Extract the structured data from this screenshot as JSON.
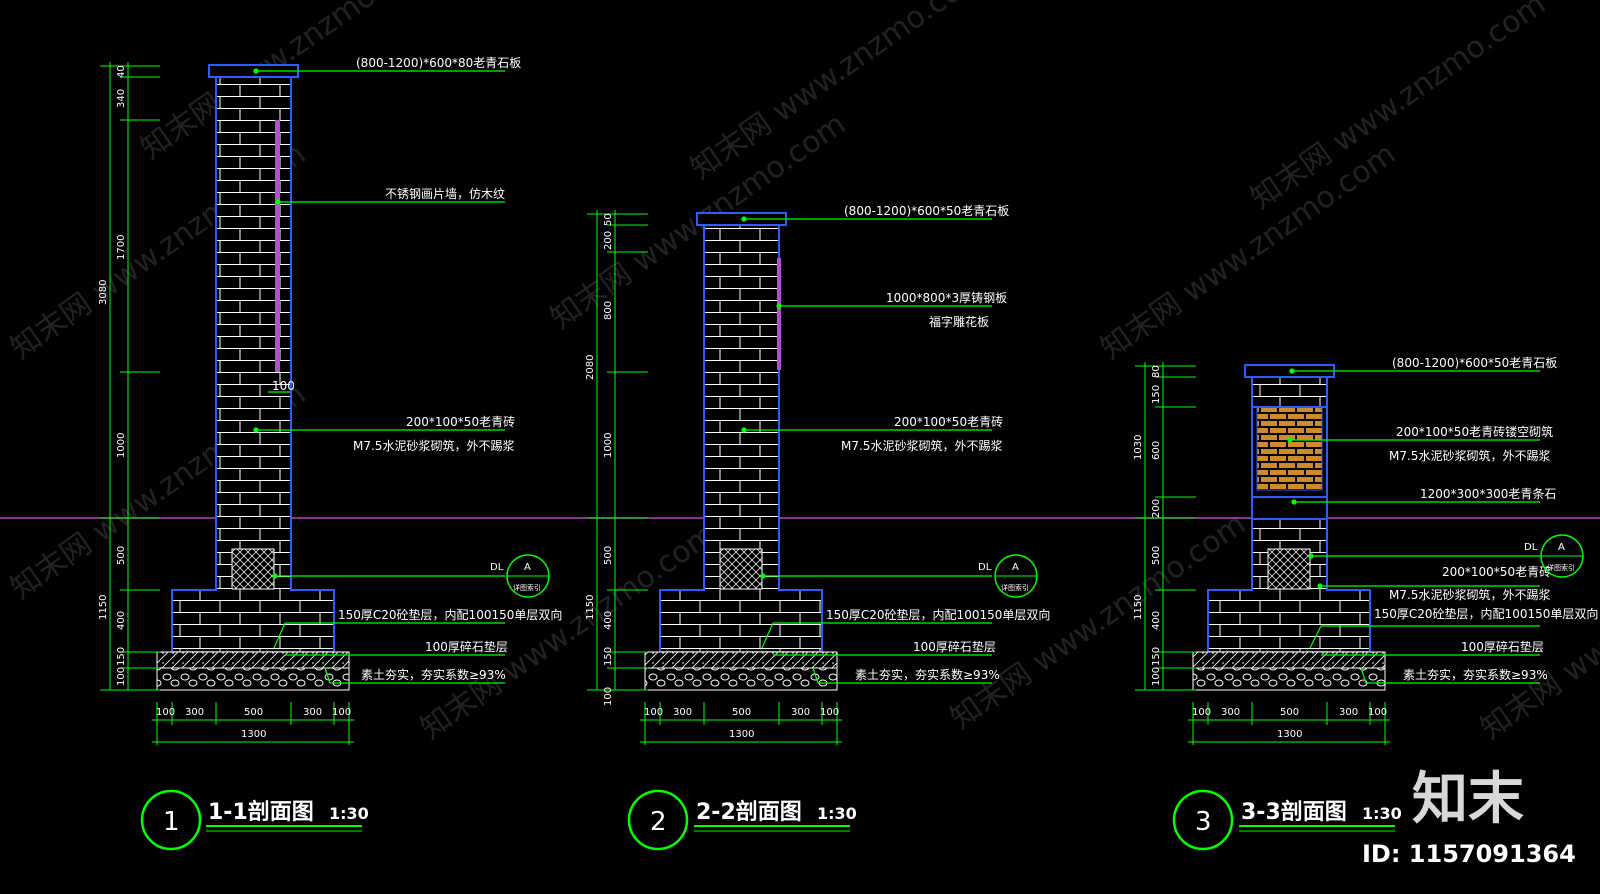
{
  "sections": [
    {
      "id": "1-1",
      "title": "1-1剖面图",
      "scale": "1:30",
      "number": "1",
      "notes": [
        "(800-1200)*600*80老青石板",
        "不锈钢画片墙，仿木纹",
        "100",
        "200*100*50老青砖",
        "M7.5水泥砂浆砌筑，外不踢浆",
        "150厚C20砼垫层，内配100150单层双向",
        "100厚碎石垫层",
        "素土夯实，夯实系数≥93%"
      ],
      "dims_vertical_outer": [
        "3080",
        "1150"
      ],
      "dims_vertical_inner": [
        "40",
        "340",
        "1700",
        "1000",
        "500",
        "400",
        "150",
        "100"
      ],
      "dims_horizontal": [
        "100",
        "300",
        "500",
        "300",
        "100"
      ],
      "dim_total": "1300"
    },
    {
      "id": "2-2",
      "title": "2-2剖面图",
      "scale": "1:30",
      "number": "2",
      "notes": [
        "(800-1200)*600*50老青石板",
        "1000*800*3厚铸钢板",
        "福字雕花板",
        "200*100*50老青砖",
        "M7.5水泥砂浆砌筑，外不踢浆",
        "150厚C20砼垫层，内配100150单层双向",
        "100厚碎石垫层",
        "素土夯实，夯实系数≥93%"
      ],
      "dims_vertical_outer": [
        "2080",
        "1150"
      ],
      "dims_vertical_inner": [
        "50",
        "200",
        "800",
        "1000",
        "500",
        "400",
        "150",
        "100"
      ],
      "dims_horizontal": [
        "100",
        "300",
        "500",
        "300",
        "100"
      ],
      "dim_total": "1300"
    },
    {
      "id": "3-3",
      "title": "3-3剖面图",
      "scale": "1:30",
      "number": "3",
      "notes": [
        "(800-1200)*600*50老青石板",
        "200*100*50老青砖镂空砌筑",
        "M7.5水泥砂浆砌筑，外不踢浆",
        "1200*300*300老青条石",
        "200*100*50老青砖",
        "M7.5水泥砂浆砌筑，外不踢浆",
        "150厚C20砼垫层，内配100150单层双向",
        "100厚碎石垫层",
        "素土夯实，夯实系数≥93%"
      ],
      "dims_vertical_outer": [
        "1030",
        "1150"
      ],
      "dims_vertical_inner": [
        "80",
        "150",
        "600",
        "200",
        "500",
        "400",
        "150",
        "100"
      ],
      "dims_horizontal": [
        "100",
        "300",
        "500",
        "300",
        "100"
      ],
      "dim_total": "1300"
    }
  ],
  "detail_marker": {
    "label": "DL",
    "top": "A",
    "bottom": "详图索引"
  },
  "watermark": "知末网 www.znzmo.com",
  "brand": "知末",
  "image_id": "ID: 1157091364",
  "colors": {
    "background": "#000000",
    "leader": "#00ff00",
    "outline": "#2a5cff",
    "brick": "#ffffff",
    "ground": "#c040c0",
    "plate": "#b050d0",
    "hatch": "#d08a2e",
    "text": "#ffffff"
  }
}
